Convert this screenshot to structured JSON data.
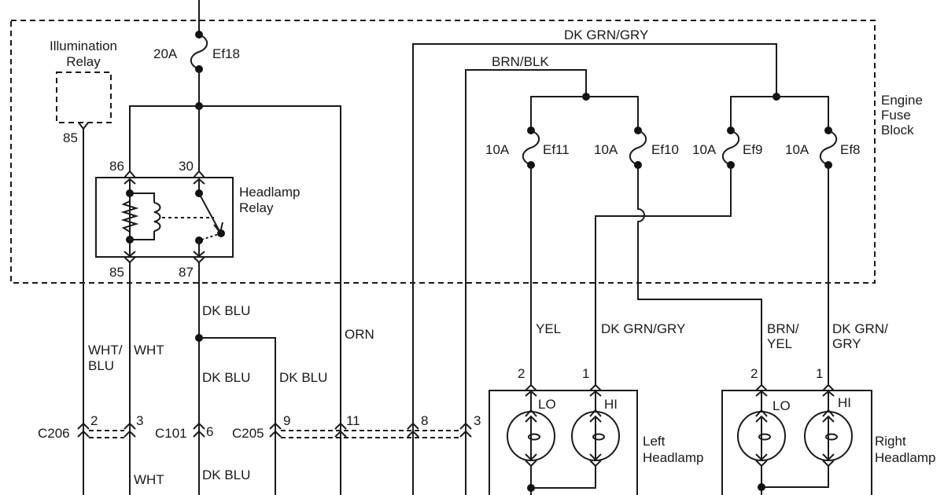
{
  "diagram": {
    "title": "Headlamp Wiring Schematic",
    "components": {
      "fuse_block": {
        "label_lines": [
          "Engine",
          "Fuse",
          "Block"
        ]
      },
      "illumination_relay": {
        "label_lines": [
          "Illumination",
          "Relay"
        ],
        "pin": "85"
      },
      "headlamp_relay": {
        "label_lines": [
          "Headlamp",
          "Relay"
        ],
        "pins": {
          "p86": "86",
          "p30": "30",
          "p85": "85",
          "p87": "87"
        }
      },
      "left_headlamp": {
        "label_lines": [
          "Left",
          "Headlamp"
        ],
        "pin_lo": "2",
        "pin_hi": "1",
        "lo": "LO",
        "hi": "HI"
      },
      "right_headlamp": {
        "label_lines": [
          "Right",
          "Headlamp"
        ],
        "pin_lo": "2",
        "pin_hi": "1",
        "lo": "LO",
        "hi": "HI"
      }
    },
    "fuses": [
      {
        "id": "Ef18",
        "rating": "20A"
      },
      {
        "id": "Ef11",
        "rating": "10A"
      },
      {
        "id": "Ef10",
        "rating": "10A"
      },
      {
        "id": "Ef9",
        "rating": "10A"
      },
      {
        "id": "Ef8",
        "rating": "10A"
      }
    ],
    "connectors": {
      "c206": {
        "name": "C206",
        "pins": [
          "2",
          "3"
        ]
      },
      "c101": {
        "name": "C101",
        "pins": [
          "6"
        ]
      },
      "c205": {
        "name": "C205",
        "pins": [
          "9",
          "11",
          "8",
          "3"
        ]
      }
    },
    "wires": {
      "dk_grn_gry_top": "DK GRN/GRY",
      "brn_blk": "BRN/BLK",
      "wht_blu": [
        "WHT/",
        "BLU"
      ],
      "wht": "WHT",
      "wht_lower": "WHT",
      "dk_blu_upper": "DK BLU",
      "dk_blu_mid": "DK BLU",
      "dk_blu_branch": "DK BLU",
      "dk_blu_lower": "DK BLU",
      "orn": "ORN",
      "yel": "YEL",
      "dk_grn_gry_left": "DK GRN/GRY",
      "brn_yel": [
        "BRN/",
        "YEL"
      ],
      "dk_grn_gry_right": [
        "DK GRN/",
        "GRY"
      ]
    }
  }
}
